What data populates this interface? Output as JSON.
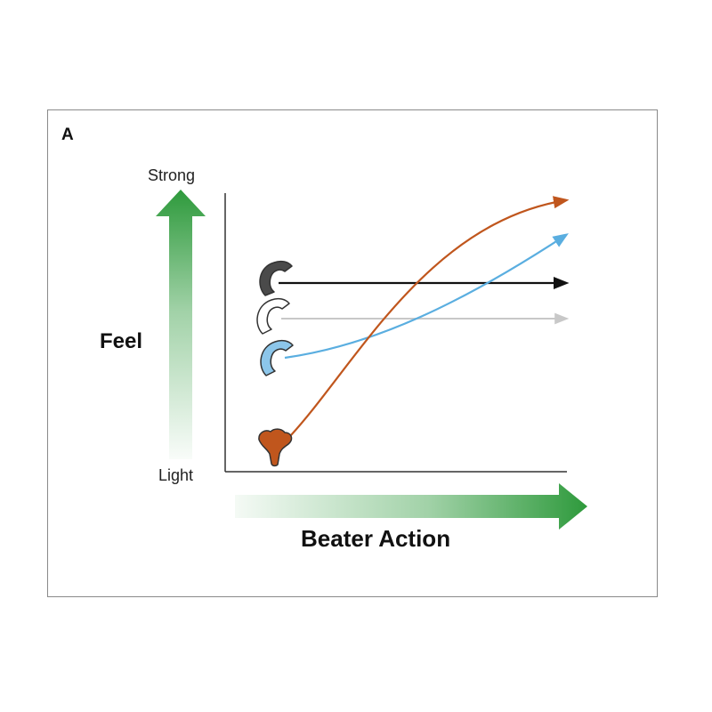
{
  "panel_label": "A",
  "y_axis": {
    "title": "Feel",
    "top_label": "Strong",
    "bottom_label": "Light"
  },
  "x_axis": {
    "title": "Beater Action"
  },
  "colors": {
    "axis_arrow_green": "#2e9a3c",
    "series_black": "#111111",
    "series_light_gray": "#c8c8c8",
    "series_blue": "#5aaee0",
    "series_orange": "#c0561d",
    "beater_dark": "#4a4a4a",
    "beater_white": "#ffffff",
    "beater_blue": "#8cc6ea",
    "beater_orange": "#c0561d"
  },
  "series": [
    {
      "icon": "dark-gray-beater-icon",
      "trend": "constant-strong"
    },
    {
      "icon": "white-beater-icon",
      "trend": "constant-medium"
    },
    {
      "icon": "blue-beater-icon",
      "trend": "moderate-increase"
    },
    {
      "icon": "orange-beater-icon",
      "trend": "steep-increase"
    }
  ]
}
